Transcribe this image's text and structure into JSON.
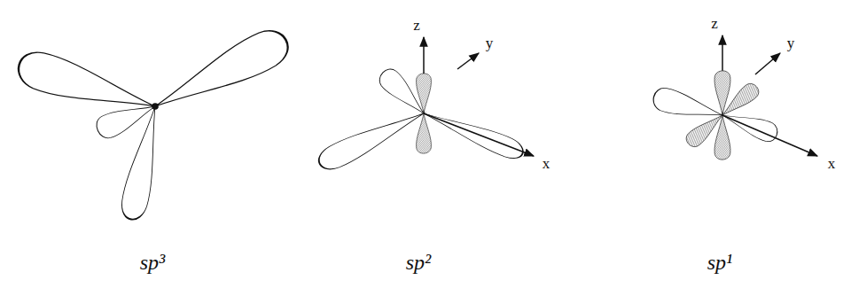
{
  "diagram": {
    "labels": [
      "z",
      "y",
      "x",
      "z",
      "y",
      "x",
      "sp³",
      "sp²",
      "sp¹"
    ]
  }
}
